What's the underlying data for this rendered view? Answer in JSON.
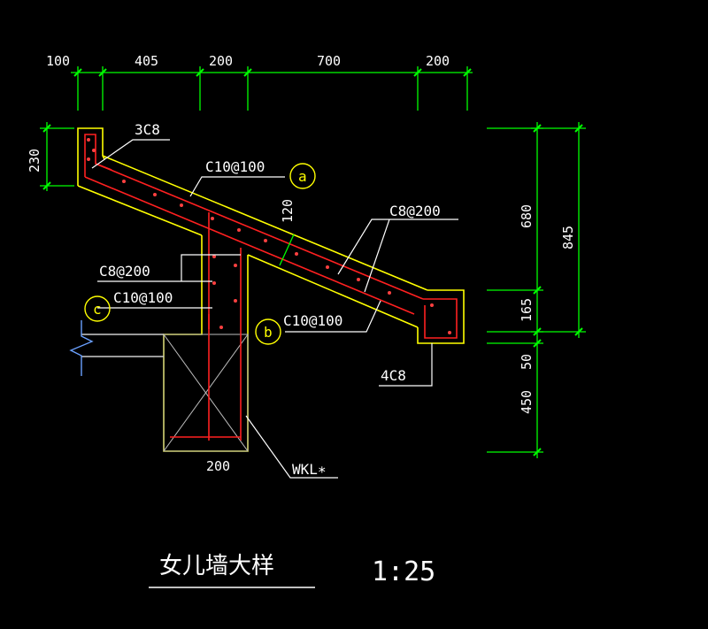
{
  "colors": {
    "background": "#000000",
    "concrete_outline": "#ffff00",
    "rebar": "#ff2020",
    "dimension": "#00ff00",
    "leader": "#ffffff",
    "text": "#ffffff",
    "bubble": "#ffff00"
  },
  "dimensions": {
    "top": [
      "100",
      "405",
      "200",
      "700",
      "200"
    ],
    "left": "230",
    "right_inner": [
      "680",
      "165",
      "50",
      "450"
    ],
    "right_outer": "845",
    "bottom_beam_width": "200",
    "slab_thickness": "120"
  },
  "labels": {
    "top_bar": "3C8",
    "slab_rebar": "C10@100",
    "slab_dist": "C8@200",
    "wall_dist": "C8@200",
    "wall_rebar": "C10@100",
    "slab_bottom_rebar": "C10@100",
    "end_bar": "4C8",
    "beam": "WKL∗"
  },
  "bubbles": {
    "a": "a",
    "b": "b",
    "c": "c"
  },
  "title": {
    "name": "女儿墙大样",
    "scale": "1:25"
  }
}
